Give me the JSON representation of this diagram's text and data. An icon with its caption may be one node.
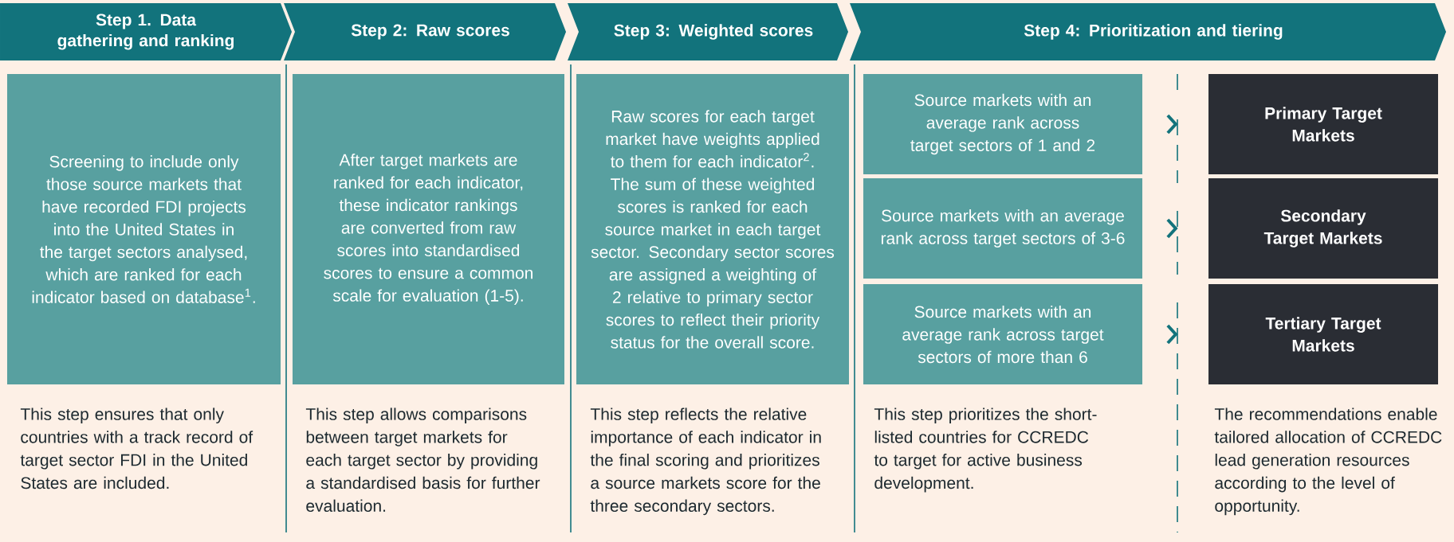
{
  "diagram": {
    "nodes": [
      {
        "text": [
          "Step 1. Data gathering and ranking"
        ]
      },
      {
        "text": [
          "Step 2: Raw scores"
        ]
      },
      {
        "text": [
          "Step 3: Weighted scores"
        ]
      },
      {
        "text": [
          "Step 4: Prioritization and tiering"
        ]
      },
      {
        "text": [
          "Screening to include only those source markets that have recorded FDI projects into the United States in the target sectors analysed, which are ranked for each indicator based on database$^{1}$."
        ]
      },
      {
        "text": [
          "After target markets are ranked for each indicator, these indicator rankings are converted from raw scores into standardised scores to ensure a common scale for evaluation (1-5)."
        ]
      },
      {
        "text": [
          "Raw scores for each target market have weights applied to them for each indicator$^{2}$. The sum of these weighted scores is ranked for each source market in each target sector. Secondary sector scores are assigned a weighting of 2 relative to primary sector scores to reflect their priority status for the overall score."
        ]
      },
      {
        "text": [
          "Source markets with an average rank across target sectors of 1 and 2"
        ]
      },
      {
        "text": [
          "Source markets with an average rank across target sectors of 3-6"
        ]
      },
      {
        "text": [
          "Source markets with an average rank across target sectors of more than 6"
        ]
      },
      {
        "text": [
          "Primary Target Markets"
        ]
      },
      {
        "text": [
          "Secondary Target Markets"
        ]
      },
      {
        "text": [
          "Tertiary Target Markets"
        ]
      }
    ],
    "edges": [
      {
        "from": 7,
        "to": 10,
        "arrow": "to"
      },
      {
        "from": 8,
        "to": 11,
        "arrow": "to"
      },
      {
        "from": 9,
        "to": 12,
        "arrow": "to"
      }
    ],
    "labels": [
      "This step ensures that only countries with a track record of target sector FDI in the United States are included.",
      "This step allows comparisons between target markets for each target sector by providing a standardised basis for further evaluation.",
      "This step reflects the relative importance of each indicator in the final scoring and prioritizes a source markets score for the three secondary sectors.",
      "This step prioritizes the short-listed countries for CCREDC to target for active business development.",
      "The recommendations enable tailored allocation of CCREDC lead generation resources according to the level of opportunity."
    ]
  }
}
